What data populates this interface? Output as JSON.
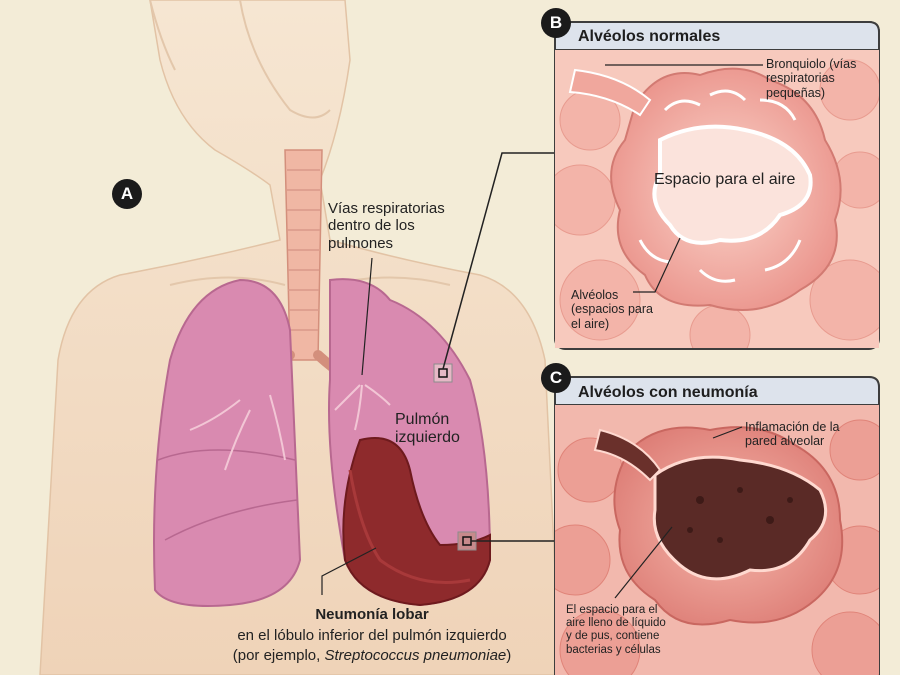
{
  "badges": {
    "a": "A",
    "b": "B",
    "c": "C"
  },
  "panel_b": {
    "title": "Alvéolos normales",
    "bronchiole_label": "Bronquiolo (vías respiratorias pequeñas)",
    "air_space_label": "Espacio para el aire",
    "alveoli_label": "Alvéolos (espacios para el aire)"
  },
  "panel_c": {
    "title": "Alvéolos con neumonía",
    "inflammation_label": "Inflamación de la pared alveolar",
    "fluid_label": "El espacio para el aire lleno de líquido y de pus, contiene bacterias y células"
  },
  "main": {
    "airways_label": "Vías respiratorias dentro de los pulmones",
    "left_lung_label": "Pulmón izquierdo",
    "caption_title": "Neumonía lobar",
    "caption_line1": "en el lóbulo inferior del pulmón izquierdo",
    "caption_line2_prefix": "(por ejemplo, ",
    "caption_line2_italic": "Streptococcus pneumoniae",
    "caption_line2_suffix": ")"
  },
  "colors": {
    "background": "#f3ecd7",
    "skin": "#f1dbc3",
    "lung_pink": "#d98ab0",
    "lung_infected": "#8e2a2c",
    "panel_bg": "#dde3ec",
    "alveoli_pink": "#efa098"
  }
}
